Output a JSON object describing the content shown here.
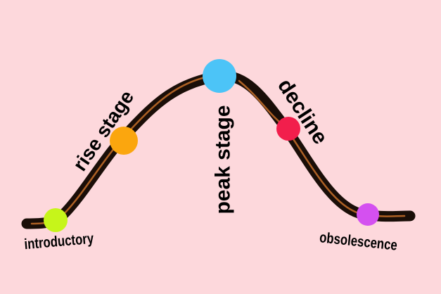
{
  "title_labels": {
    "introductory": "introductory",
    "rise": "rise stage",
    "peak": "peak stage",
    "decline": "decline",
    "obsolescence": "obsolescence"
  },
  "colors": {
    "background": "#fdd8dc",
    "curve": "#1a0e08",
    "curve_highlight": "#c8702a",
    "introductory": "#c6f51a",
    "rise": "#fba60e",
    "peak": "#4cc4f7",
    "decline": "#f21e4c",
    "obsolescence": "#d450f0"
  }
}
